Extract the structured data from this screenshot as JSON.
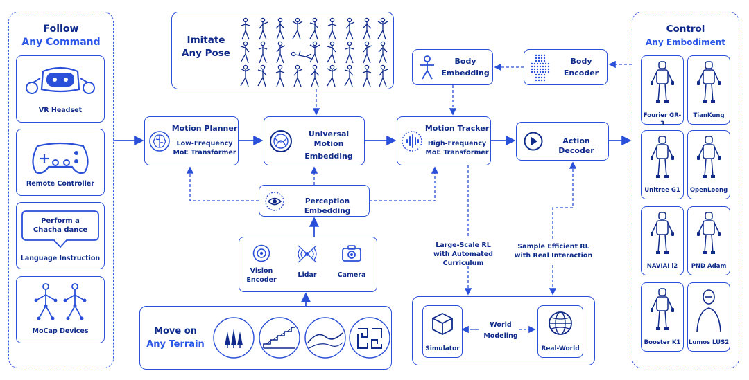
{
  "colors": {
    "primary": "#2a4fd8",
    "text": "#0f2a8a",
    "accent": "#2a57e8",
    "background": "#ffffff"
  },
  "left_panel": {
    "title_line1": "Follow",
    "title_line2": "Any Command",
    "items": [
      {
        "label": "VR Headset",
        "icon": "vr-headset-icon"
      },
      {
        "label": "Remote Controller",
        "icon": "gamepad-icon"
      },
      {
        "label": "Language Instruction",
        "icon": "speech-bubble-icon",
        "bubble_line1": "Perform a",
        "bubble_line2": "Chacha dance"
      },
      {
        "label": "MoCap Devices",
        "icon": "mocap-figures-icon"
      }
    ]
  },
  "imitate": {
    "line1": "Imitate",
    "line2": "Any Pose",
    "icon": "pose-figures-icon"
  },
  "motion_planner": {
    "title": "Motion Planner",
    "line1": "Low-Frequency",
    "line2": "MoE Transformer",
    "icon": "brain-icon"
  },
  "universal_embedding": {
    "line1": "Universal Motion",
    "line2": "Embedding",
    "icon": "embedding-sphere-icon"
  },
  "motion_tracker": {
    "title": "Motion Tracker",
    "line1": "High-Frequency",
    "line2": "MoE Transformer",
    "icon": "waveform-icon"
  },
  "action_decoder": {
    "title": "Action Decoder",
    "icon": "play-icon"
  },
  "body_embedding": {
    "line1": "Body",
    "line2": "Embedding",
    "icon": "stick-figure-icon"
  },
  "body_encoder": {
    "line1": "Body",
    "line2": "Encoder",
    "icon": "dotted-robot-icon"
  },
  "perception": {
    "title": "Perception Embedding",
    "icon": "eye-icon"
  },
  "sensors": [
    {
      "line1": "Vision",
      "line2": "Encoder",
      "icon": "vision-icon"
    },
    {
      "line1": "Lidar",
      "line2": "",
      "icon": "lidar-icon"
    },
    {
      "line1": "Camera",
      "line2": "",
      "icon": "camera-icon"
    }
  ],
  "terrain": {
    "line1": "Move on",
    "line2": "Any Terrain",
    "icons": [
      "trees-icon",
      "stairs-icon",
      "hills-icon",
      "maze-icon"
    ]
  },
  "rl_left": {
    "line1": "Large-Scale RL",
    "line2": "with Automated",
    "line3": "Curriculum"
  },
  "rl_right": {
    "line1": "Sample Efficient RL",
    "line2": "with Real Interaction"
  },
  "world": {
    "simulator": "Simulator",
    "real_world": "Real-World",
    "line1": "World",
    "line2": "Modeling",
    "sim_icon": "cube-icon",
    "real_icon": "globe-icon"
  },
  "right_panel": {
    "title_line1": "Control",
    "title_line2": "Any Embodiment",
    "robots": [
      {
        "label": "Fourier GR-3"
      },
      {
        "label": "TianKung"
      },
      {
        "label": "Unitree G1"
      },
      {
        "label": "OpenLoong"
      },
      {
        "label": "NAVIAI i2"
      },
      {
        "label": "PND Adam"
      },
      {
        "label": "Booster K1"
      },
      {
        "label": "Lumos LUS2"
      }
    ]
  }
}
